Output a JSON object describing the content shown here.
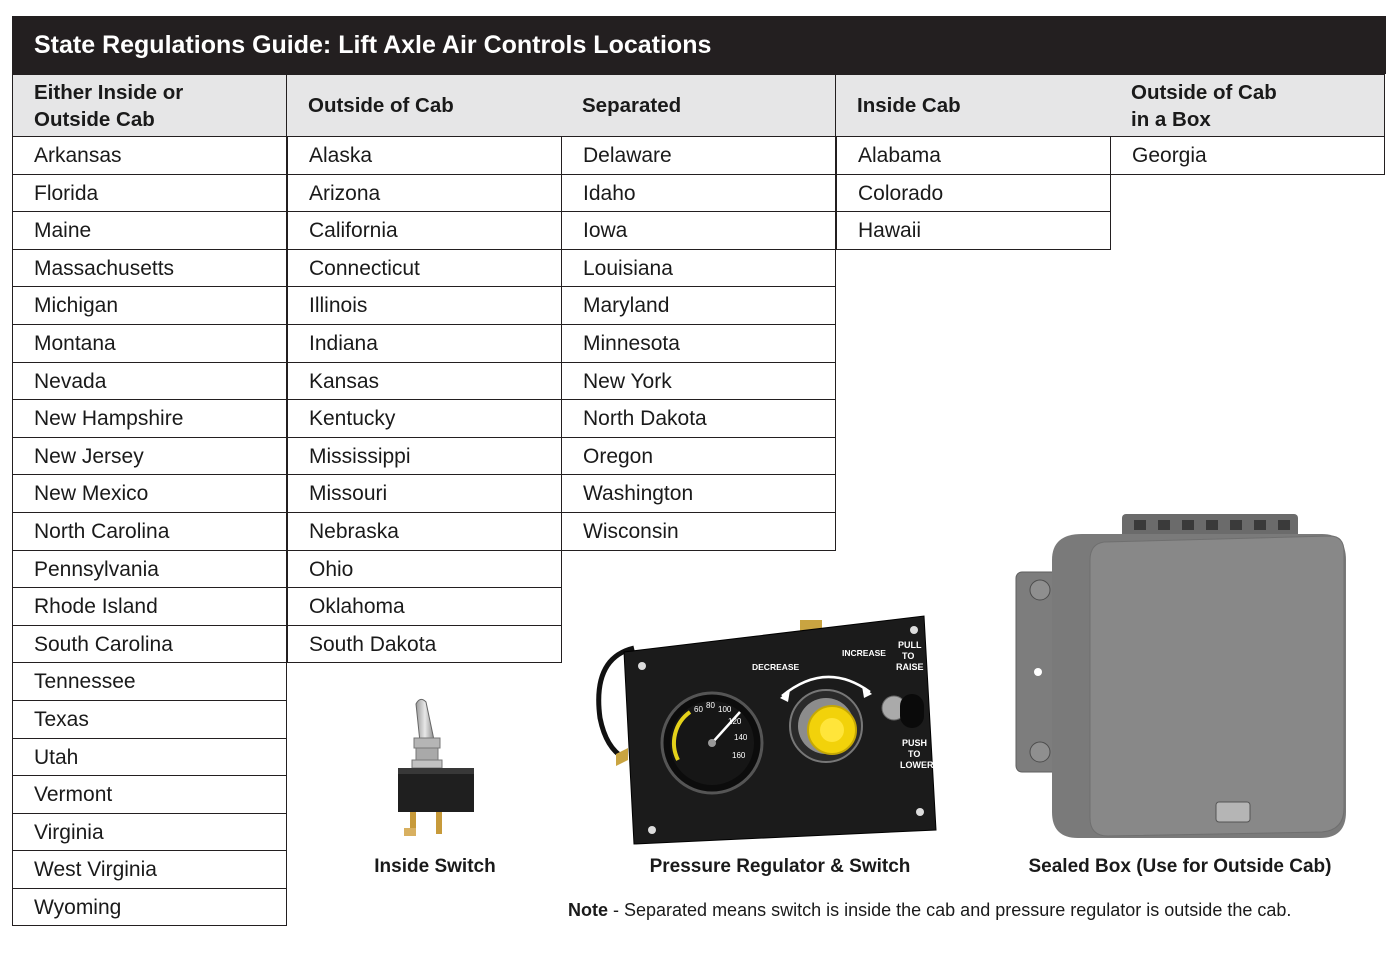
{
  "title": "State Regulations Guide: Lift Axle Air Controls Locations",
  "columns": [
    {
      "header_lines": [
        "Either Inside or",
        "Outside Cab"
      ],
      "states": [
        "Arkansas",
        "Florida",
        "Maine",
        "Massachusetts",
        "Michigan",
        "Montana",
        "Nevada",
        "New Hampshire",
        "New Jersey",
        "New Mexico",
        "North Carolina",
        "Pennsylvania",
        "Rhode Island",
        "South Carolina",
        "Tennessee",
        "Texas",
        "Utah",
        "Vermont",
        "Virginia",
        "West Virginia",
        "Wyoming"
      ]
    },
    {
      "header_lines": [
        "Outside of Cab"
      ],
      "states": [
        "Alaska",
        "Arizona",
        "California",
        "Connecticut",
        "Illinois",
        "Indiana",
        "Kansas",
        "Kentucky",
        "Mississippi",
        "Missouri",
        "Nebraska",
        "Ohio",
        "Oklahoma",
        "South Dakota"
      ]
    },
    {
      "header_lines": [
        "Separated"
      ],
      "states": [
        "Delaware",
        "Idaho",
        "Iowa",
        "Louisiana",
        "Maryland",
        "Minnesota",
        "New York",
        "North Dakota",
        "Oregon",
        "Washington",
        "Wisconsin"
      ]
    },
    {
      "header_lines": [
        "Inside Cab"
      ],
      "states": [
        "Alabama",
        "Colorado",
        "Hawaii"
      ]
    },
    {
      "header_lines": [
        "Outside of Cab",
        "in a Box"
      ],
      "states": [
        "Georgia"
      ]
    }
  ],
  "figures": {
    "inside_switch": {
      "caption": "Inside Switch",
      "icon": "toggle-switch-icon"
    },
    "regulator": {
      "caption": "Pressure Regulator & Switch",
      "icon": "pressure-regulator-panel",
      "panel_labels": {
        "decrease": "DECREASE",
        "increase": "INCREASE",
        "pull_to_raise": [
          "PULL",
          "TO",
          "RAISE"
        ],
        "push_to_lower": [
          "PUSH",
          "TO",
          "LOWER"
        ],
        "gauge_ticks": [
          "60",
          "80",
          "100",
          "120",
          "140",
          "160"
        ]
      }
    },
    "sealed_box": {
      "caption": "Sealed Box (Use for Outside Cab)",
      "icon": "sealed-box-icon"
    }
  },
  "note": {
    "label": "Note",
    "text": " - Separated means switch is inside the cab and pressure regulator is outside the cab."
  },
  "colors": {
    "title_bg": "#231f20",
    "header_bg": "#e6e6e7",
    "border": "#231f20",
    "accent_knob": "#f2d20a"
  }
}
